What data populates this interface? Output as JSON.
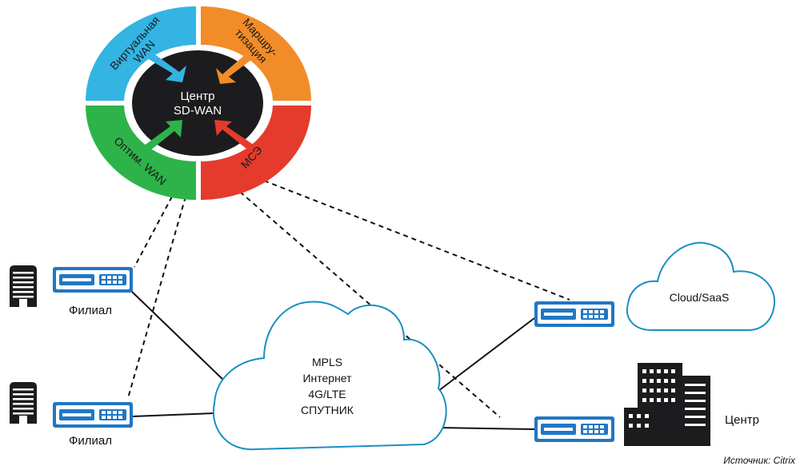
{
  "colors": {
    "blue": "#33b4e3",
    "orange": "#f28c28",
    "green": "#2db34a",
    "red": "#e53b2c",
    "hub": "#1c1c1e",
    "router_blue": "#1f77c4",
    "cloud_stroke": "#1a8fc2"
  },
  "hub": {
    "line1": "Центр",
    "line2": "SD-WAN"
  },
  "ring_segments": {
    "virtual_wan": {
      "line1": "Виртуальная",
      "line2": "WAN"
    },
    "routing": {
      "line1": "Маршру-",
      "line2": "тизация"
    },
    "wan_opt": {
      "label": "Оптим. WAN"
    },
    "firewall": {
      "label": "МСЭ"
    }
  },
  "branch_1": {
    "label": "Филиал"
  },
  "branch_2": {
    "label": "Филиал"
  },
  "wan_cloud": {
    "lines": [
      "MPLS",
      "Интернет",
      "4G/LTE",
      "СПУТНИК"
    ]
  },
  "saas_cloud": {
    "label": "Cloud/SaaS"
  },
  "datacenter": {
    "label": "Центр"
  },
  "source": "Источник: Citrix"
}
